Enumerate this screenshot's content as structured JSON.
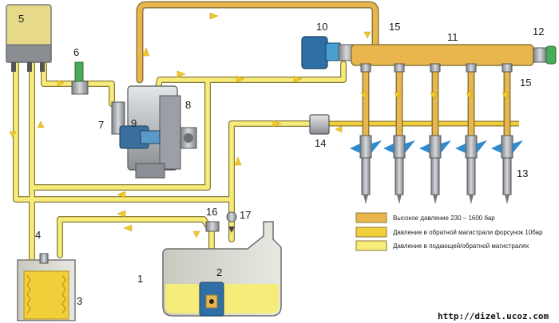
{
  "labels": {
    "n1": "1",
    "n2": "2",
    "n3": "3",
    "n4": "4",
    "n5": "5",
    "n6": "6",
    "n7": "7",
    "n8": "8",
    "n9": "9",
    "n10": "10",
    "n11": "11",
    "n12": "12",
    "n13": "13",
    "n14": "14",
    "n15a": "15",
    "n15b": "15",
    "n16": "16",
    "n17": "17"
  },
  "legend": {
    "high": "Высокое давление 230 – 1600 бар",
    "return": "Давление в обратной магистрали форсунок 10бар",
    "feed": "Давление в подающей/обратной магистралях"
  },
  "watermark": "http://dizel.ucoz.com",
  "colors": {
    "high": "#e8b64c",
    "return": "#f2cf3a",
    "feed": "#f6ec7a",
    "outline": "#8c7a3a",
    "arrow": "#f2c92a"
  }
}
